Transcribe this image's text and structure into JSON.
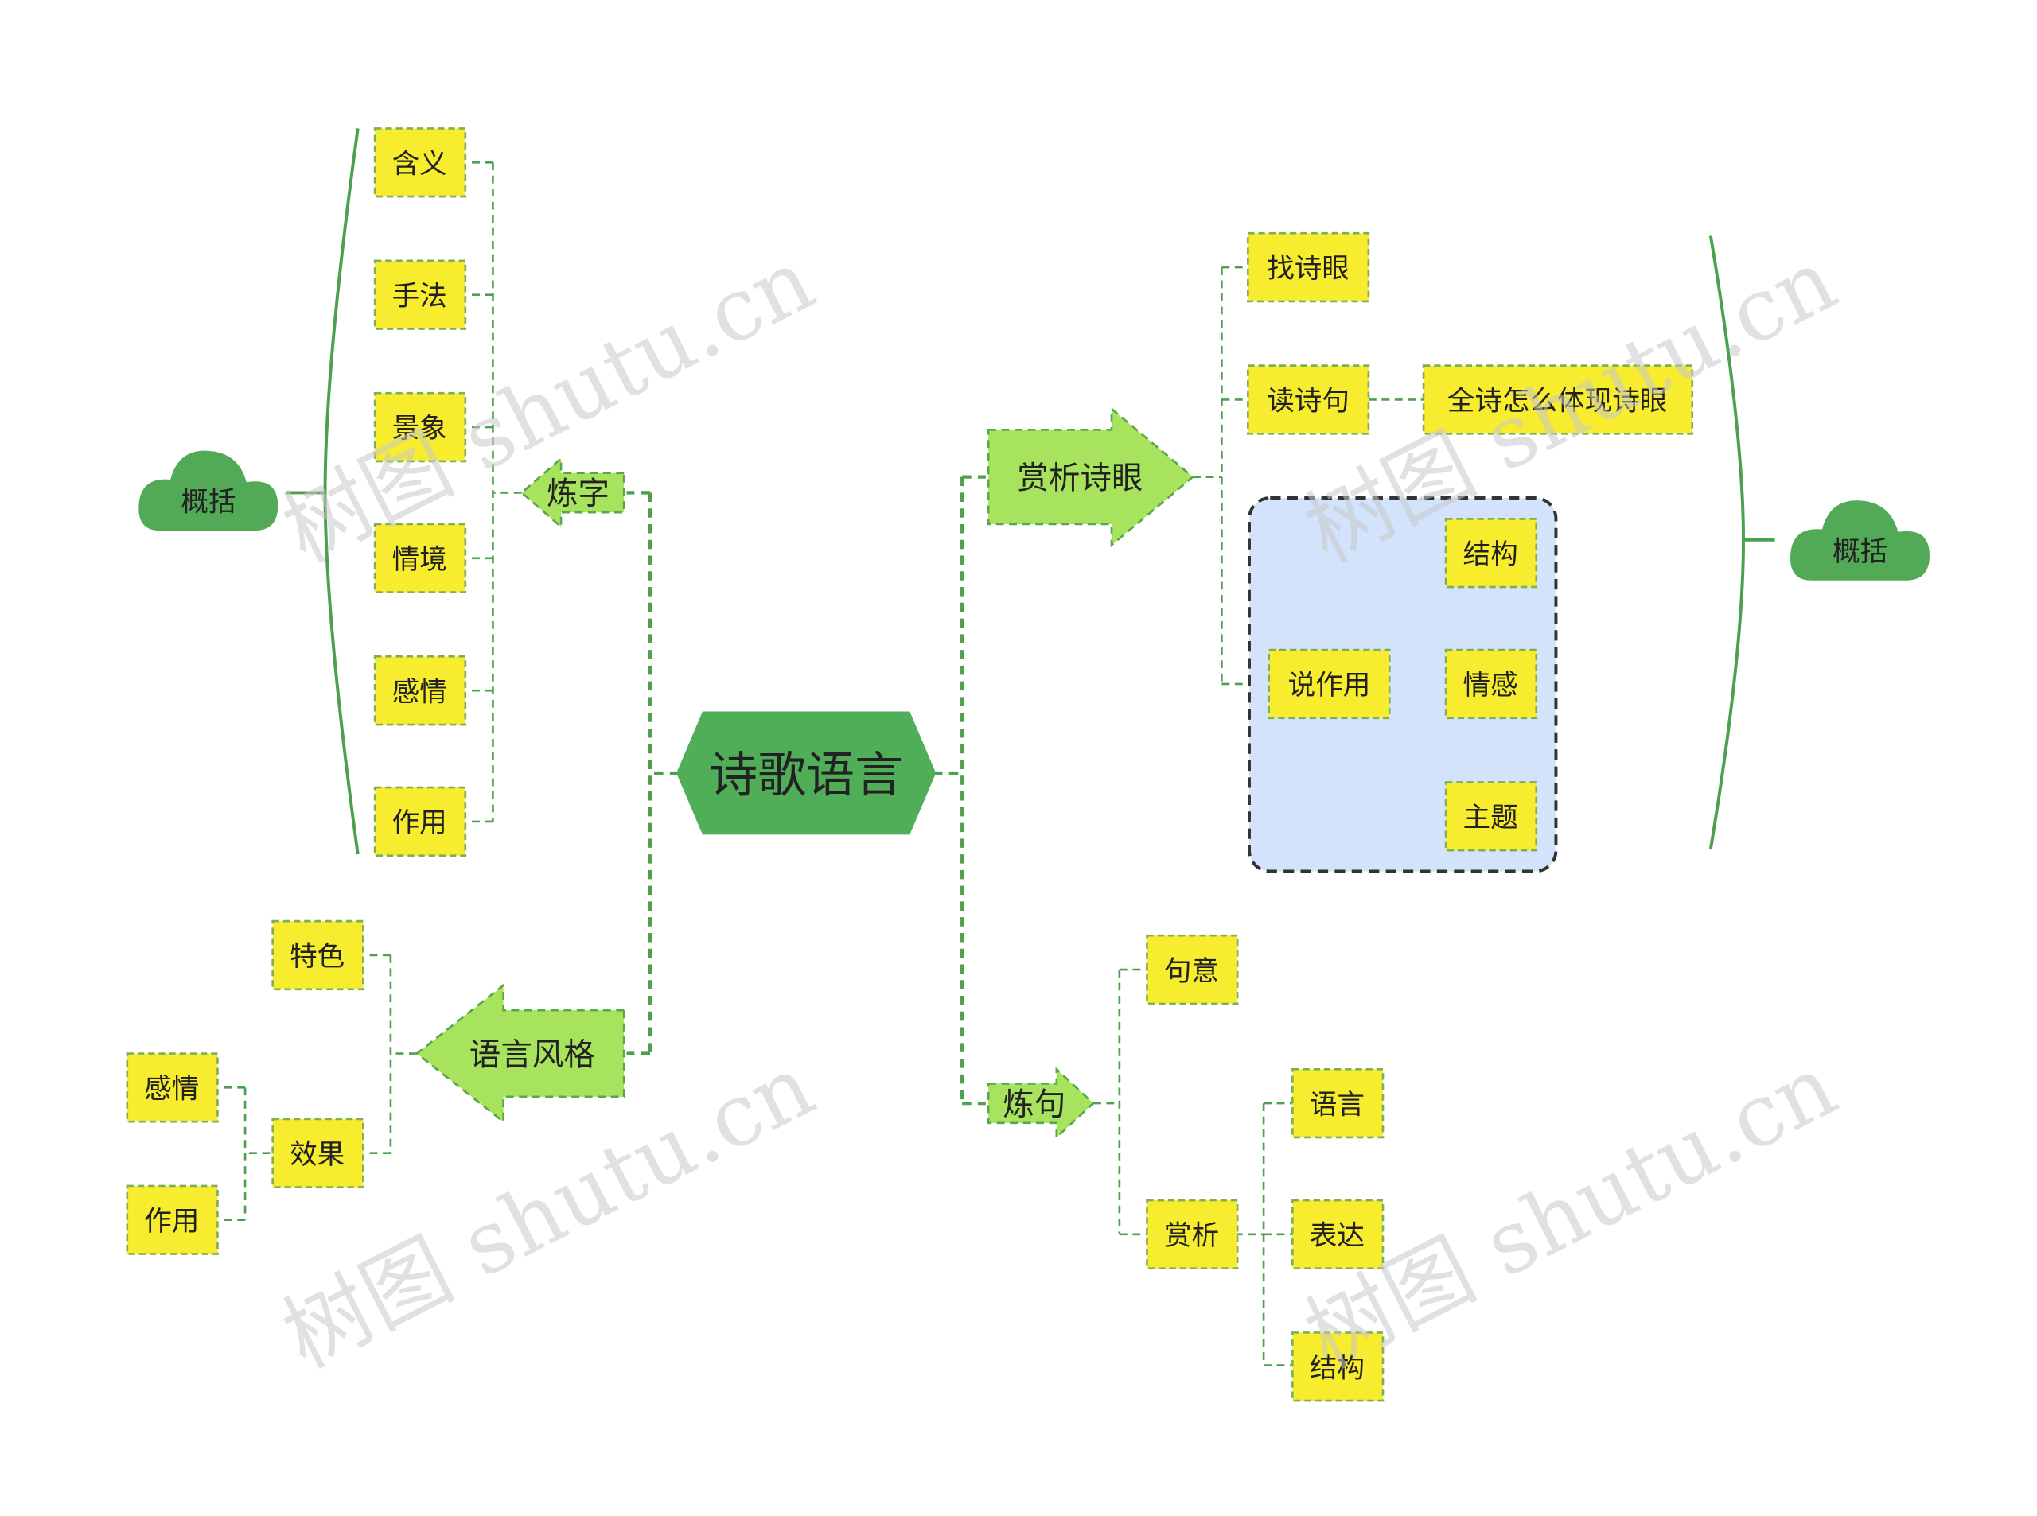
{
  "root": {
    "label": "诗歌语言"
  },
  "left": {
    "lianzi": {
      "label": "炼字",
      "children": [
        "含义",
        "手法",
        "景象",
        "情境",
        "感情",
        "作用"
      ],
      "summary": "概括"
    },
    "yuyanfengge": {
      "label": "语言风格",
      "children": {
        "tese": "特色",
        "xiaoguo": {
          "label": "效果",
          "children": [
            "感情",
            "作用"
          ]
        }
      }
    }
  },
  "right": {
    "shangxishiyan": {
      "label": "赏析诗眼",
      "children": {
        "zhaoshiyan": "找诗眼",
        "dushiju": {
          "label": "读诗句",
          "child": "全诗怎么体现诗眼"
        },
        "shuozuoyong": {
          "label": "说作用",
          "children": [
            "结构",
            "情感",
            "主题"
          ]
        }
      },
      "summary": "概括"
    },
    "lianju": {
      "label": "炼句",
      "children": {
        "juyi": "句意",
        "shangxi": {
          "label": "赏析",
          "children": [
            "语言",
            "表达",
            "结构"
          ]
        }
      }
    }
  },
  "watermark": "树图 shutu.cn",
  "colors": {
    "root": "#4fae57",
    "arrow": "#a8e35e",
    "leaf": "#f7ec2d",
    "cloud": "#52aa57",
    "highlight": "#d3e3fb",
    "line": "#4e9f4e"
  }
}
